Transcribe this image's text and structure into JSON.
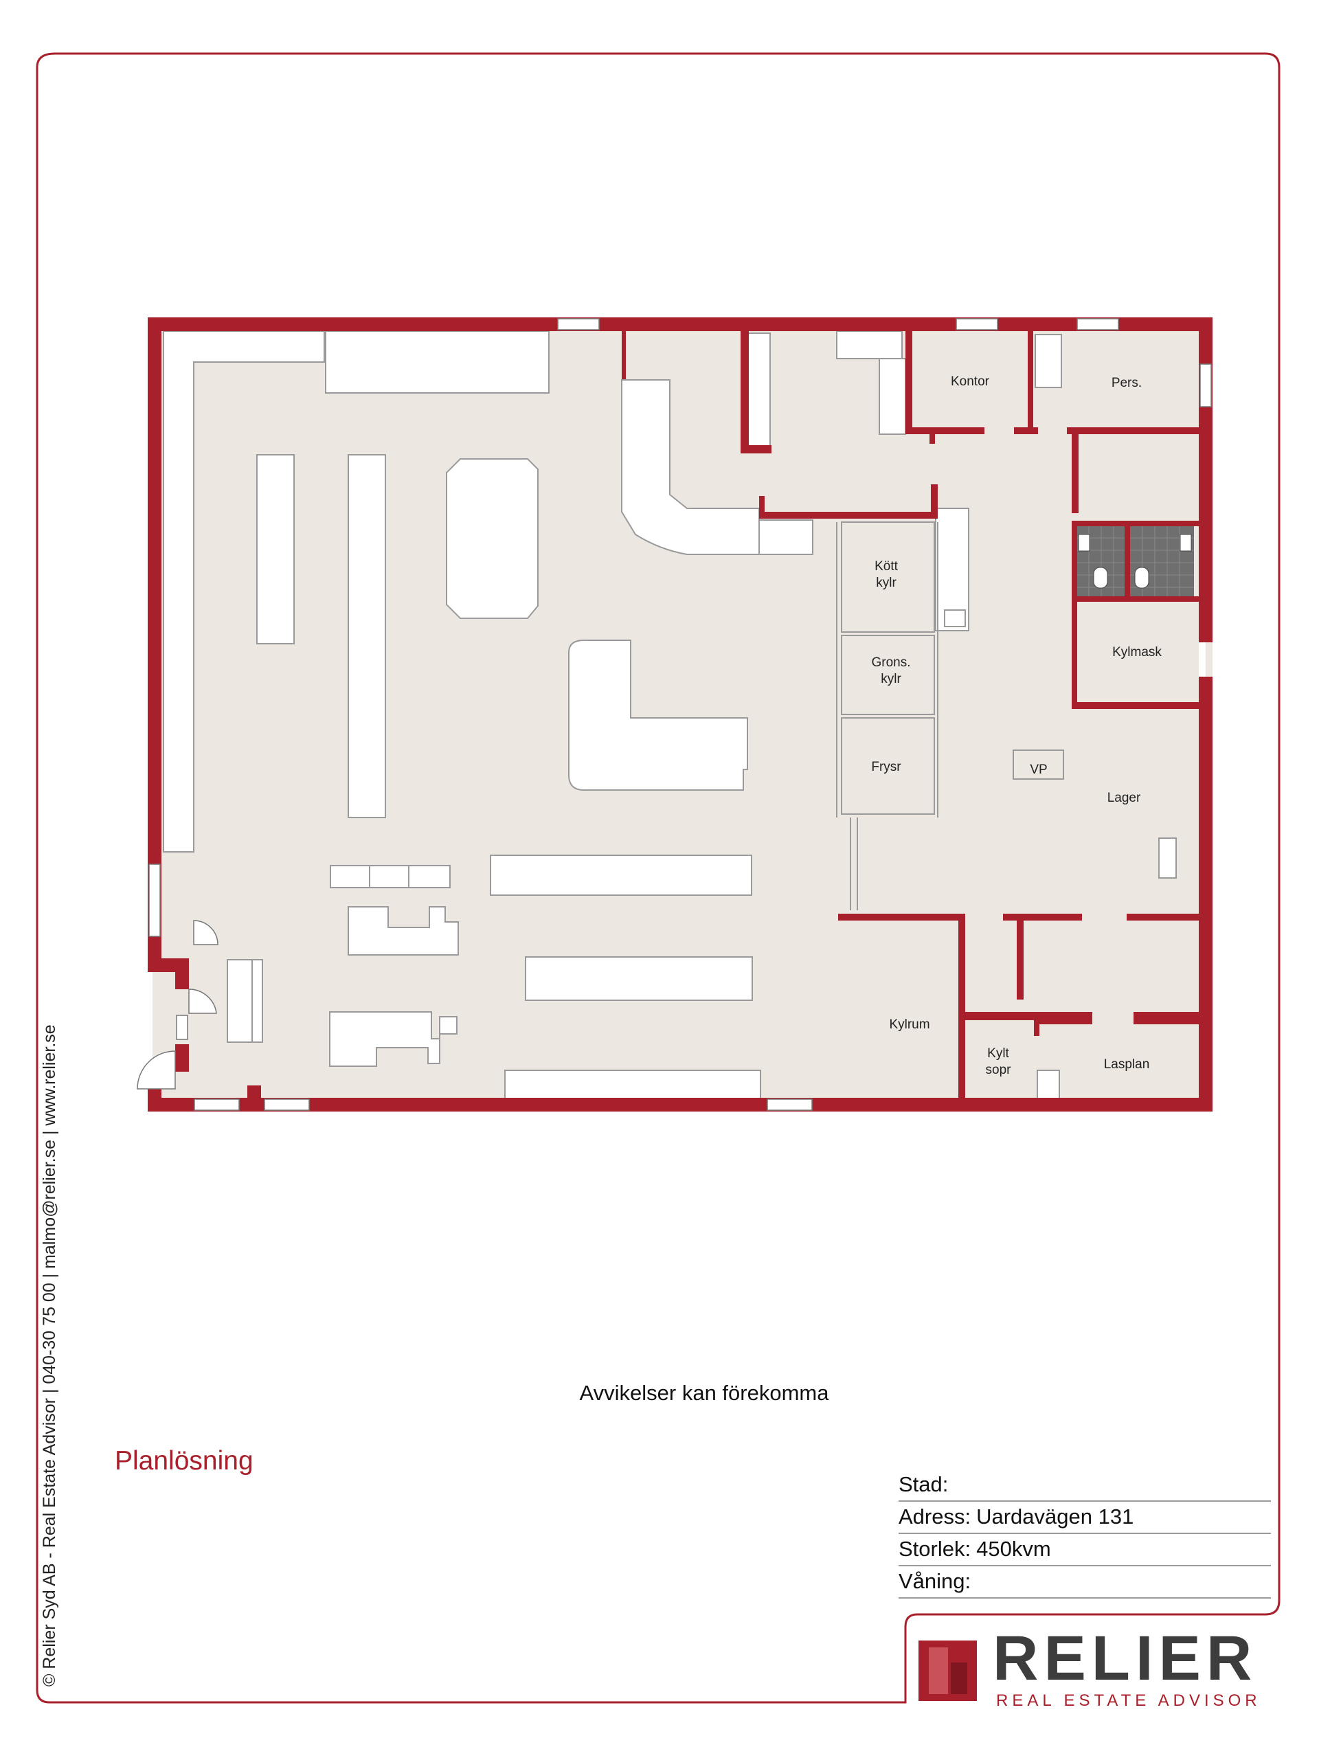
{
  "brand": {
    "name": "RELIER",
    "tagline": "REAL ESTATE ADVISOR",
    "accent": "#a8202c",
    "dark": "#3d3d3d"
  },
  "side_text": "© Relier Syd AB - Real Estate Advisor | 040-30 75 00 | malmo@relier.se | www.relier.se",
  "disclaimer": "Avvikelser kan förekomma",
  "plan_title": "Planlösning",
  "info": {
    "stad_label": "Stad:",
    "stad_value": "",
    "adress_label": "Adress:",
    "adress_value": "Uardavägen 131",
    "storlek_label": "Storlek:",
    "storlek_value": "450kvm",
    "vaning_label": "Våning:",
    "vaning_value": ""
  },
  "rooms": {
    "kontor": "Kontor",
    "pers": "Pers.",
    "kott_1": "Kött",
    "kott_2": "kylr",
    "grons_1": "Grons.",
    "grons_2": "kylr",
    "frysr": "Frysr",
    "kylmask": "Kylmask",
    "vp": "VP",
    "lager": "Lager",
    "kylrum": "Kylrum",
    "kylt_1": "Kylt",
    "kylt_2": "sopr",
    "lasplan": "Lasplan"
  },
  "colors": {
    "wall": "#a8202c",
    "floor": "#ece8e1",
    "fixture": "#ffffff",
    "outline": "#9a9a9a",
    "tile": "#6f6f6f"
  }
}
